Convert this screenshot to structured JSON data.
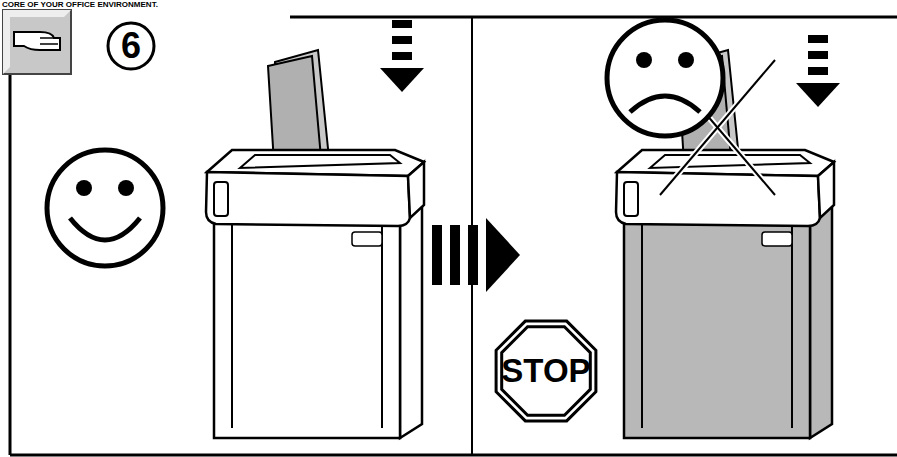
{
  "diagram": {
    "nodes": [
      {
        "text": [
          "6"
        ]
      },
      {
        "text": [
          "STOP"
        ]
      }
    ],
    "labels": [
      "CORE OF YOUR OFFICE ENVIRONMENT."
    ]
  }
}
